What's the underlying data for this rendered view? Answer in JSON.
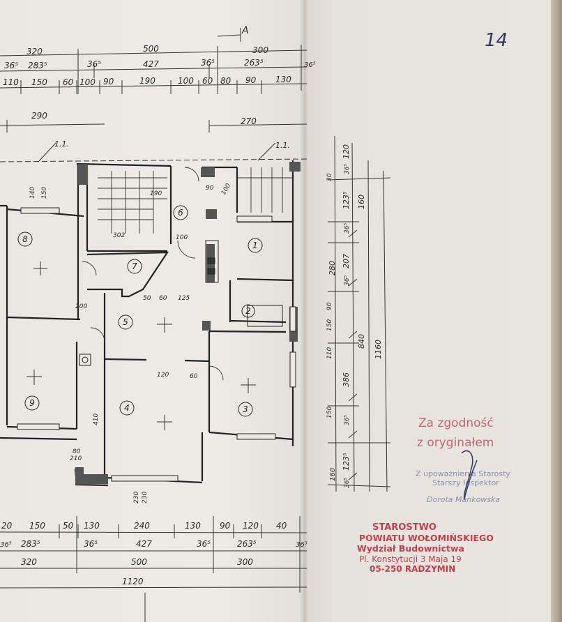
{
  "page_number": "14",
  "section_marker": "A",
  "section_markers": [
    "1.1.",
    "1.1."
  ],
  "rooms": [
    {
      "num": "1"
    },
    {
      "num": "2"
    },
    {
      "num": "3"
    },
    {
      "num": "4"
    },
    {
      "num": "5"
    },
    {
      "num": "6"
    },
    {
      "num": "7"
    },
    {
      "num": "8"
    },
    {
      "num": "9"
    }
  ],
  "dims_top": {
    "row1": [
      "320",
      "500",
      "300"
    ],
    "row2": [
      "36⁵",
      "283⁵",
      "36⁵",
      "427",
      "36⁵",
      "263⁵",
      "36⁵"
    ],
    "row3": [
      "110",
      "150",
      "60",
      "100",
      "90",
      "190",
      "100",
      "60",
      "80",
      "90",
      "130"
    ],
    "row4": [
      "290",
      "270"
    ]
  },
  "dims_bottom": {
    "row1": [
      "20",
      "150",
      "50",
      "130",
      "240",
      "130",
      "90",
      "120",
      "40"
    ],
    "row2": [
      "36⁵",
      "283⁵",
      "36⁵",
      "427",
      "36⁵",
      "263⁵",
      "36⁵"
    ],
    "row3": [
      "320",
      "500",
      "300"
    ],
    "total": "1120"
  },
  "dims_right": {
    "col1": [
      "120",
      "36⁵",
      "123⁵",
      "36⁵",
      "207",
      "36⁵",
      "386",
      "36⁵",
      "123⁵",
      "36⁵"
    ],
    "col2": [
      "160",
      "280",
      "840",
      "1160"
    ],
    "col3": [
      "30",
      "90",
      "150",
      "110",
      "150",
      "160"
    ]
  },
  "interior_dims": [
    "302",
    "100",
    "120",
    "60",
    "125",
    "50",
    "60",
    "410",
    "230",
    "210",
    "190",
    "80",
    "200",
    "140",
    "150",
    "90",
    "100",
    "230"
  ],
  "certification": {
    "line1": "Za zgodność",
    "line2": "z oryginałem"
  },
  "authorization": {
    "line1": "Z upoważnienia Starosty",
    "line2": "Starszy Inspektor",
    "name": "Dorota Mankowska"
  },
  "office_stamp": {
    "line1": "STAROSTWO",
    "line2": "POWIATU WOŁOMIŃSKIEGO",
    "line3": "Wydział Budownictwa",
    "line4": "Pl. Konstytucji 3 Maja 19",
    "line5": "05-250 RADZYMIN"
  },
  "colors": {
    "ink": "#2a2a2a",
    "stamp_red": "#c24a55",
    "stamp_blue": "#7a7fa8",
    "paper": "#eae8e2"
  }
}
